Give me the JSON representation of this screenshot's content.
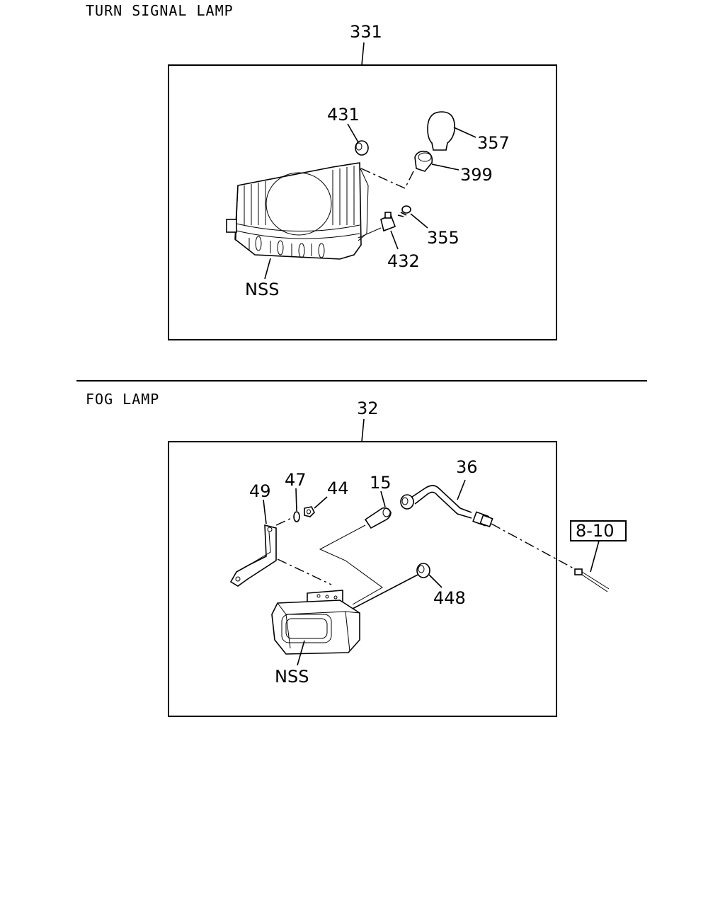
{
  "sections": {
    "turn_signal": {
      "title": "TURN SIGNAL LAMP",
      "assembly_number": "331",
      "callouts": {
        "c431": "431",
        "c357": "357",
        "c399": "399",
        "c355": "355",
        "c432": "432",
        "nss": "NSS"
      }
    },
    "fog_lamp": {
      "title": "FOG LAMP",
      "assembly_number": "32",
      "callouts": {
        "c49": "49",
        "c47": "47",
        "c44": "44",
        "c15": "15",
        "c36": "36",
        "c448": "448",
        "nss": "NSS"
      },
      "reference": "8-10"
    }
  }
}
